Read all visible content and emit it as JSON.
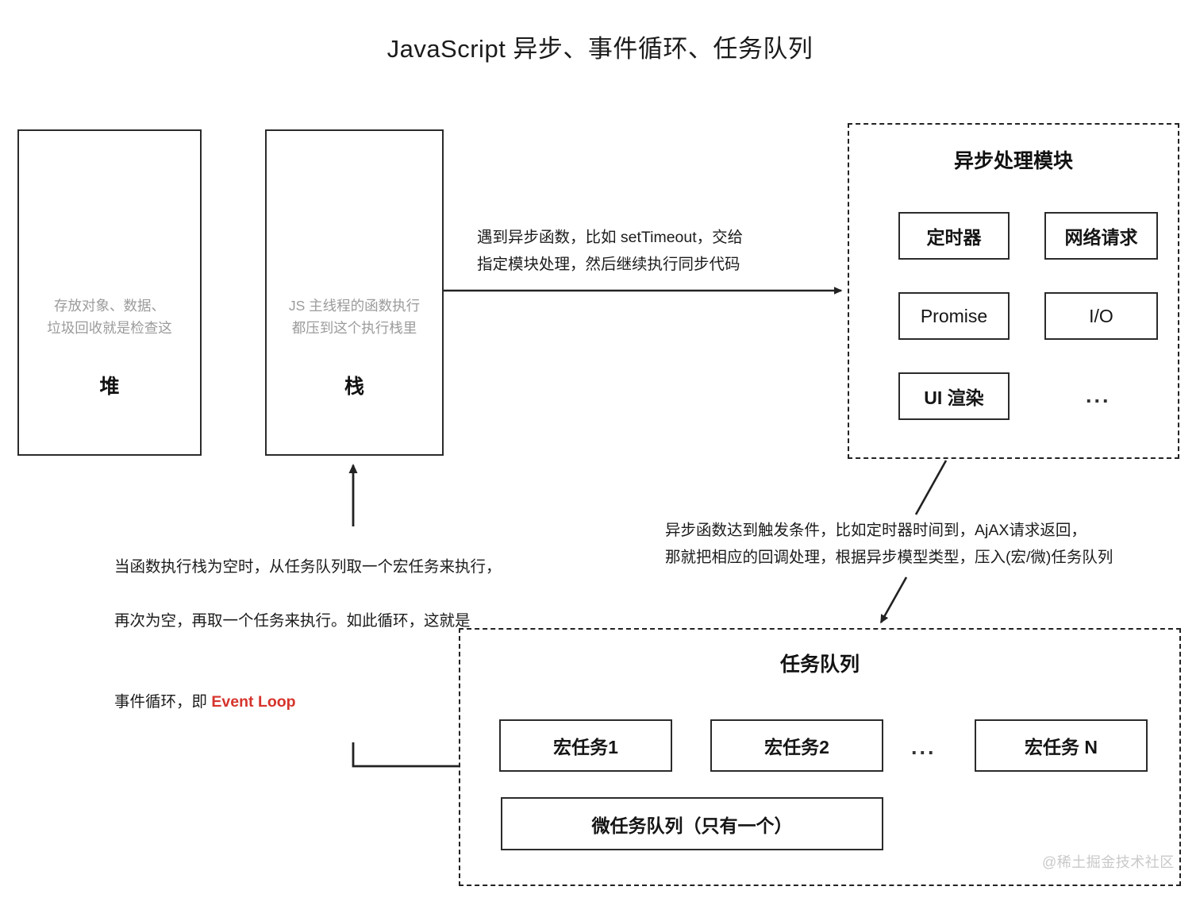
{
  "title": "JavaScript 异步、事件循环、任务队列",
  "heap": {
    "name": "堆",
    "description": "存放对象、数据、\n垃圾回收就是检查这"
  },
  "stack": {
    "name": "栈",
    "description": "JS 主线程的函数执行\n都压到这个执行栈里"
  },
  "async_module": {
    "title": "异步处理模块",
    "items": [
      {
        "label": "定时器"
      },
      {
        "label": "网络请求"
      },
      {
        "label": "Promise"
      },
      {
        "label": "I/O"
      },
      {
        "label": "UI 渲染"
      }
    ],
    "ellipsis": "..."
  },
  "task_queue": {
    "title": "任务队列",
    "macro_tasks": [
      {
        "label": "宏任务1"
      },
      {
        "label": "宏任务2"
      },
      {
        "label": "宏任务 N"
      }
    ],
    "ellipsis": "...",
    "micro_task": {
      "label": "微任务队列（只有一个）"
    }
  },
  "annotations": {
    "stack_to_async": "遇到异步函数，比如 setTimeout，交给\n指定模块处理，然后继续执行同步代码",
    "event_loop_line1": "当函数执行栈为空时，从任务队列取一个宏任务来执行，",
    "event_loop_line2": "再次为空，再取一个任务来执行。如此循环，这就是",
    "event_loop_line3_prefix": "事件循环，即 ",
    "event_loop_accent": "Event Loop",
    "async_to_queue": "异步函数达到触发条件，比如定时器时间到，AjAX请求返回，\n那就把相应的回调处理，根据异步模型类型，压入(宏/微)任务队列"
  },
  "watermark": "@稀土掘金技术社区",
  "colors": {
    "stroke": "#2b2b2b",
    "muted_text": "#9b9b9b",
    "accent": "#d6342c",
    "watermark": "#c9c9c9"
  }
}
